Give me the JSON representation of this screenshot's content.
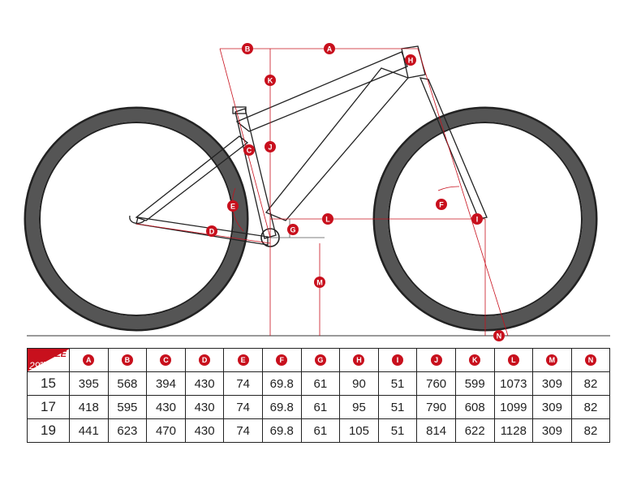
{
  "diagram": {
    "labels": [
      "A",
      "B",
      "C",
      "D",
      "E",
      "F",
      "G",
      "H",
      "I",
      "J",
      "K",
      "L",
      "M",
      "N"
    ]
  },
  "table": {
    "corner": {
      "size_label": "SIZE",
      "wheel": "29",
      "wheel_suffix": "er"
    },
    "columns": [
      "A",
      "B",
      "C",
      "D",
      "E",
      "F",
      "G",
      "H",
      "I",
      "J",
      "K",
      "L",
      "M",
      "N"
    ],
    "rows": [
      {
        "size": "15",
        "values": [
          "395",
          "568",
          "394",
          "430",
          "74",
          "69.8",
          "61",
          "90",
          "51",
          "760",
          "599",
          "1073",
          "309",
          "82"
        ]
      },
      {
        "size": "17",
        "values": [
          "418",
          "595",
          "430",
          "430",
          "74",
          "69.8",
          "61",
          "95",
          "51",
          "790",
          "608",
          "1099",
          "309",
          "82"
        ]
      },
      {
        "size": "19",
        "values": [
          "441",
          "623",
          "470",
          "430",
          "74",
          "69.8",
          "61",
          "105",
          "51",
          "814",
          "622",
          "1128",
          "309",
          "82"
        ]
      }
    ]
  },
  "colors": {
    "accent": "#c8101d",
    "frame": "#222222",
    "tire": "#555555"
  }
}
